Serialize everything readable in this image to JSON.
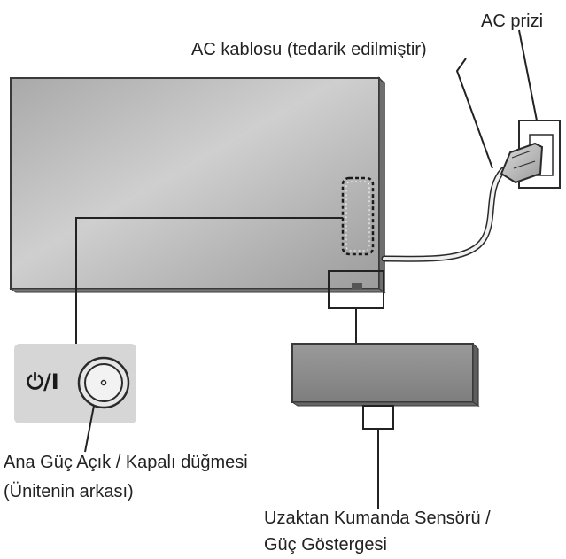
{
  "labels": {
    "ac_outlet": "AC prizi",
    "ac_cable": "AC kablosu (tedarik edilmiştir)",
    "main_power_line1": "Ana Güç Açık / Kapalı düğmesi",
    "main_power_line2": "(Ünitenin arkası)",
    "sensor_line1": "Uzaktan Kumanda Sensörü /",
    "sensor_line2": "Güç Göstergesi"
  },
  "power_button": {
    "symbol": "⏻/I",
    "icon": "power-standby-icon"
  },
  "colors": {
    "display_gray": "#b4b4b4",
    "panel_gray": "#d8d8d8",
    "sensor_unit_gray": "#8f8f8f",
    "line": "#222222"
  }
}
